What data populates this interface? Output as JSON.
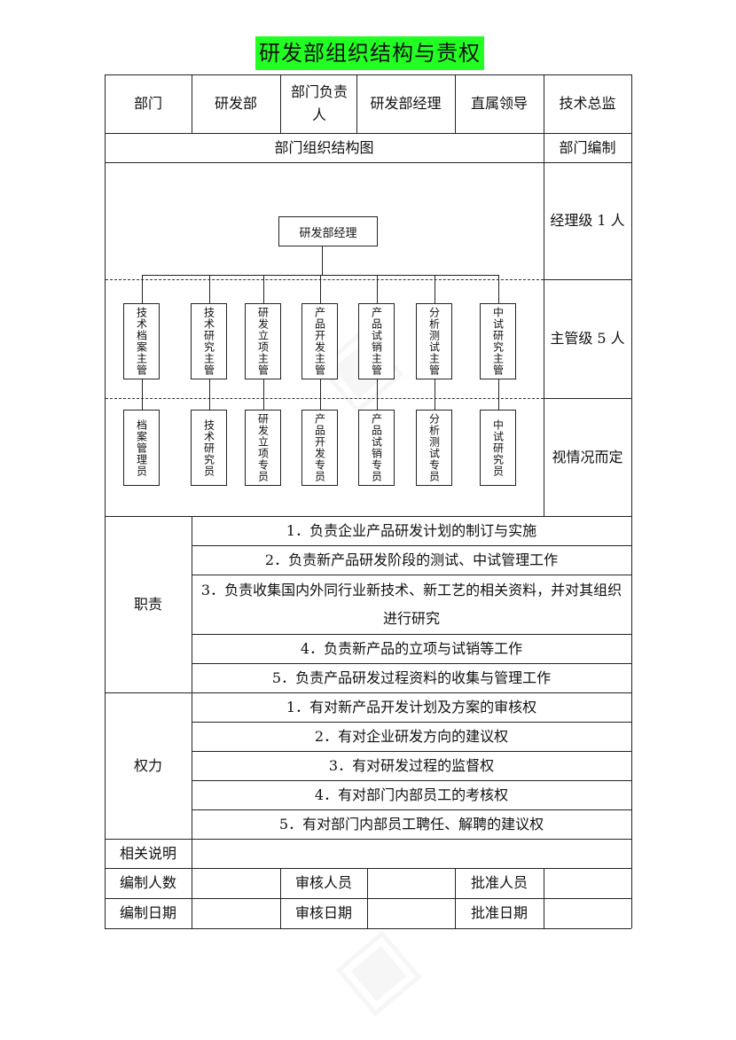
{
  "title": "研发部组织结构与责权",
  "header": {
    "dept_label": "部门",
    "dept_value": "研发部",
    "head_label": "部门负责人",
    "head_value": "研发部经理",
    "leader_label": "直属领导",
    "leader_value": "技术总监"
  },
  "org_section": {
    "chart_label": "部门组织结构图",
    "staffing_label": "部门编制",
    "root": "研发部经理",
    "managers": [
      "技术档案主管",
      "技术研究主管",
      "研发立项主管",
      "产品开发主管",
      "产品试销主管",
      "分析测试主管",
      "中试研究主管"
    ],
    "staff": [
      "档案管理员",
      "技术研究员",
      "研发立项专员",
      "产品开发专员",
      "产品试销专员",
      "分析测试专员",
      "中试研究员"
    ],
    "levels": [
      "经理级 1 人",
      "主管级 5 人",
      "视情况而定"
    ]
  },
  "duties": {
    "label": "职责",
    "items": [
      "1．负责企业产品研发计划的制订与实施",
      "2．负责新产品研发阶段的测试、中试管理工作",
      "3．负责收集国内外同行业新技术、新工艺的相关资料，并对其组织进行研究",
      "4．负责新产品的立项与试销等工作",
      "5．负责产品研发过程资料的收集与管理工作"
    ]
  },
  "powers": {
    "label": "权力",
    "items": [
      "1．有对新产品开发计划及方案的审核权",
      "2．有对企业研发方向的建议权",
      "3．有对研发过程的监督权",
      "4．有对部门内部员工的考核权",
      "5．有对部门内部员工聘任、解聘的建议权"
    ]
  },
  "footer": {
    "notes_label": "相关说明",
    "notes_value": "",
    "compiler_label": "编制人数",
    "compiler_value": "",
    "reviewer_label": "审核人员",
    "reviewer_value": "",
    "approver_label": "批准人员",
    "approver_value": "",
    "compile_date_label": "编制日期",
    "compile_date_value": "",
    "review_date_label": "审核日期",
    "review_date_value": "",
    "approve_date_label": "批准日期",
    "approve_date_value": ""
  }
}
